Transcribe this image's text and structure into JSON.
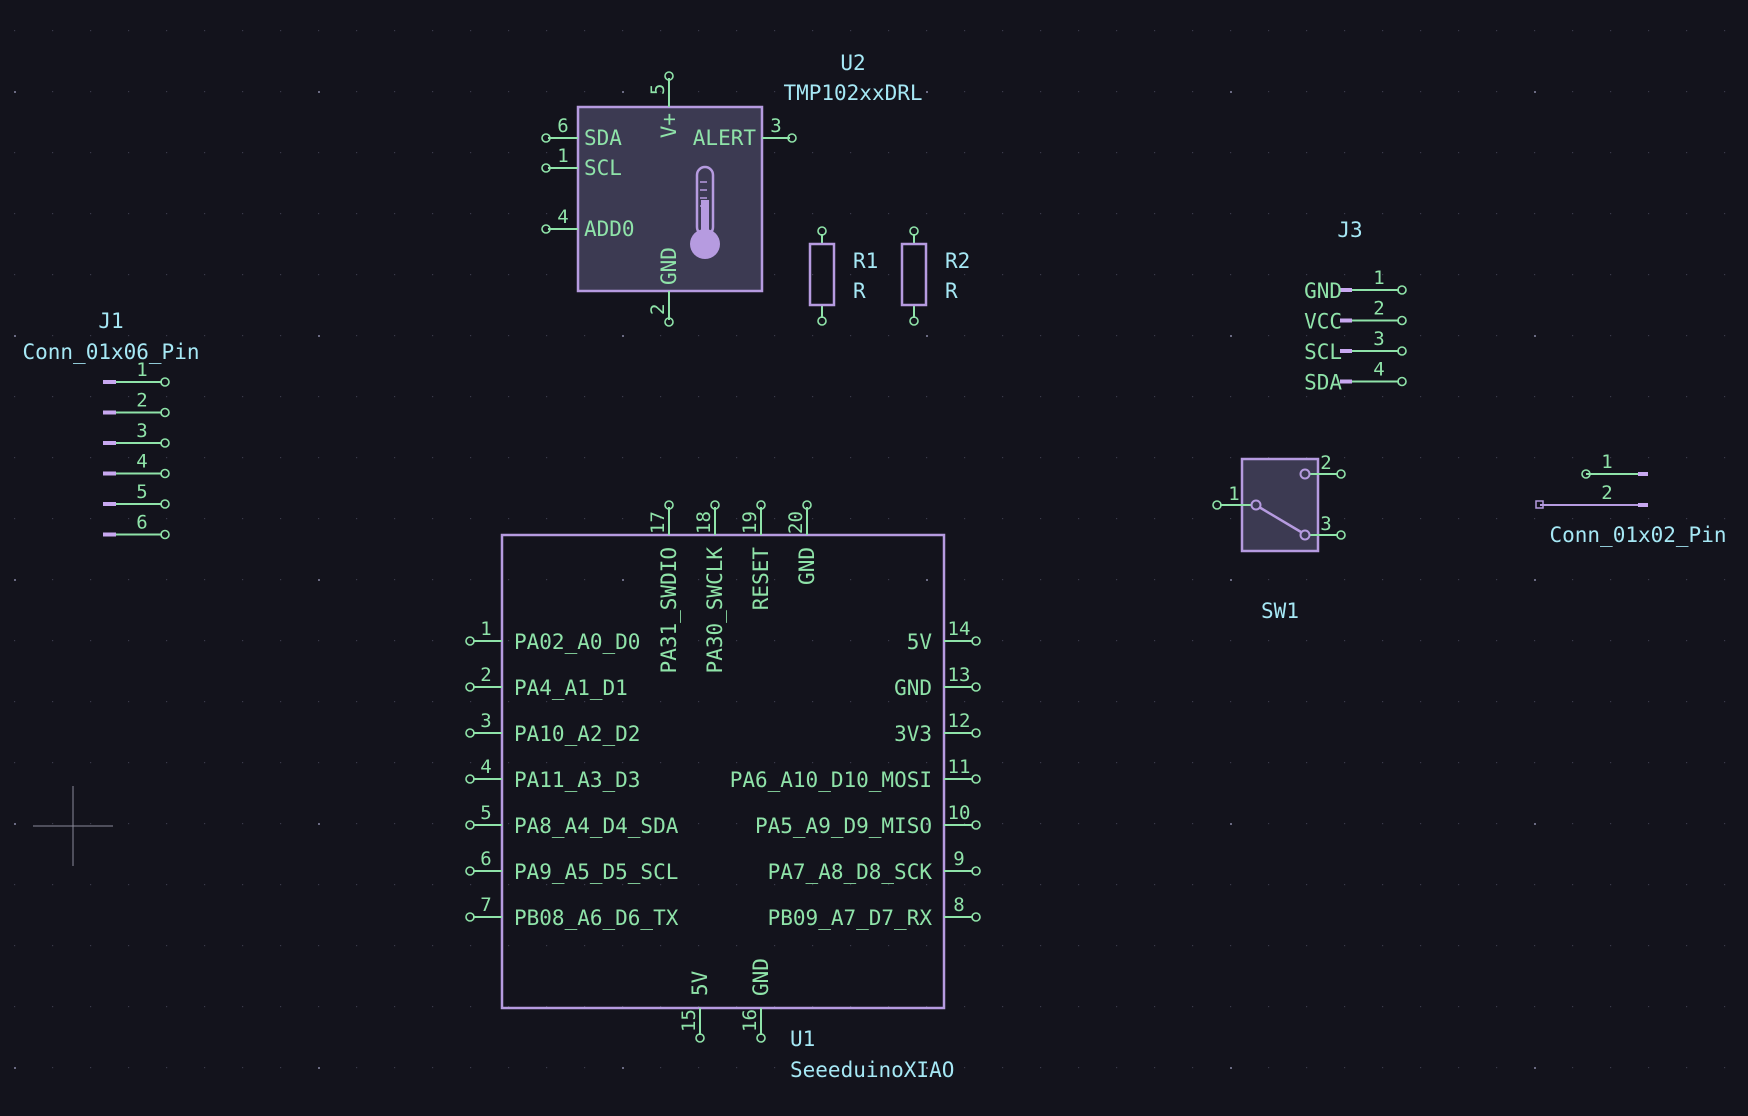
{
  "schematic": {
    "colors": {
      "background": "#13131c",
      "grid": "#4a4a5a",
      "body_outline": "#b69be0",
      "body_fill": "#3c3a52",
      "pin": "#8fe3a9",
      "reference": "#a6e8f5"
    },
    "u2": {
      "ref": "U2",
      "value": "TMP102xxDRL",
      "icon": "thermometer-icon",
      "pins": [
        {
          "num": "6",
          "name": "SDA"
        },
        {
          "num": "1",
          "name": "SCL"
        },
        {
          "num": "4",
          "name": "ADD0"
        },
        {
          "num": "5",
          "name": "V+"
        },
        {
          "num": "2",
          "name": "GND"
        },
        {
          "num": "3",
          "name": "ALERT"
        }
      ]
    },
    "r1": {
      "ref": "R1",
      "value": "R"
    },
    "r2": {
      "ref": "R2",
      "value": "R"
    },
    "j1": {
      "ref": "J1",
      "value": "Conn_01x06_Pin",
      "pins": [
        "1",
        "2",
        "3",
        "4",
        "5",
        "6"
      ]
    },
    "j3": {
      "ref": "J3",
      "pins": [
        {
          "num": "1",
          "name": "GND"
        },
        {
          "num": "2",
          "name": "VCC"
        },
        {
          "num": "3",
          "name": "SCL"
        },
        {
          "num": "4",
          "name": "SDA"
        }
      ]
    },
    "sw1": {
      "ref": "SW1",
      "pins": [
        "1",
        "2",
        "3"
      ]
    },
    "j2": {
      "value": "Conn_01x02_Pin",
      "pins": [
        "1",
        "2"
      ]
    },
    "u1": {
      "ref": "U1",
      "value": "SeeeduinoXIAO",
      "left_pins": [
        {
          "num": "1",
          "name": "PA02_A0_D0"
        },
        {
          "num": "2",
          "name": "PA4_A1_D1"
        },
        {
          "num": "3",
          "name": "PA10_A2_D2"
        },
        {
          "num": "4",
          "name": "PA11_A3_D3"
        },
        {
          "num": "5",
          "name": "PA8_A4_D4_SDA"
        },
        {
          "num": "6",
          "name": "PA9_A5_D5_SCL"
        },
        {
          "num": "7",
          "name": "PB08_A6_D6_TX"
        }
      ],
      "right_pins": [
        {
          "num": "14",
          "name": "5V"
        },
        {
          "num": "13",
          "name": "GND"
        },
        {
          "num": "12",
          "name": "3V3"
        },
        {
          "num": "11",
          "name": "PA6_A10_D10_MOSI"
        },
        {
          "num": "10",
          "name": "PA5_A9_D9_MISO"
        },
        {
          "num": "9",
          "name": "PA7_A8_D8_SCK"
        },
        {
          "num": "8",
          "name": "PB09_A7_D7_RX"
        }
      ],
      "top_pins": [
        {
          "num": "17",
          "name": "PA31_SWDIO"
        },
        {
          "num": "18",
          "name": "PA30_SWCLK"
        },
        {
          "num": "19",
          "name": "RESET"
        },
        {
          "num": "20",
          "name": "GND"
        }
      ],
      "bottom_pins": [
        {
          "num": "15",
          "name": "5V"
        },
        {
          "num": "16",
          "name": "GND"
        }
      ]
    }
  }
}
